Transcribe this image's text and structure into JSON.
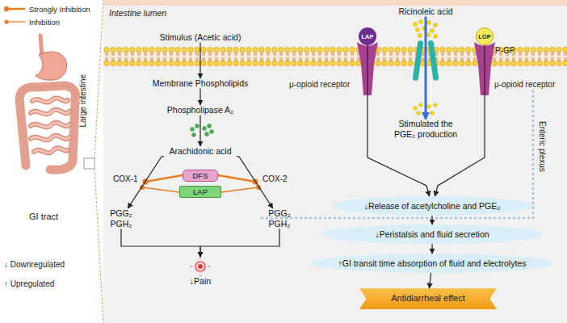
{
  "diagram": {
    "nodes": [
      {
        "text": [
          "Intestine lumen"
        ]
      },
      {
        "text": [
          "Stimulus (Acetic acid)"
        ],
        "in": 0
      },
      {
        "text": [
          "Membrane Phospholipids"
        ],
        "in": 0
      },
      {
        "text": [
          "Phospholipase A₂"
        ],
        "in": 0
      },
      {
        "text": [
          "Arachidonic acid"
        ],
        "in": 0
      },
      {
        "text": [
          "DFS"
        ],
        "in": 0
      },
      {
        "text": [
          "LAP"
        ],
        "in": 0
      },
      {
        "text": [
          "PGG₂ PGH₂"
        ],
        "in": 0
      },
      {
        "text": [
          "PGG₂ PGH₂"
        ],
        "in": 0
      },
      {
        "text": [
          "↓Pain"
        ],
        "in": 0
      },
      {
        "text": [
          "LAP"
        ],
        "in": 0
      },
      {
        "text": [
          "Ricinoleic acid"
        ],
        "in": 0
      },
      {
        "text": [
          "LOP"
        ],
        "in": 0
      },
      {
        "text": [
          "Stimulated the PGE₂ production"
        ],
        "in": 0
      },
      {
        "text": [
          "↓Release of acetylcholine and PGE₂"
        ],
        "in": 0
      },
      {
        "text": [
          "↓Peristalsis and fluid secretion"
        ],
        "in": 0
      },
      {
        "text": [
          "↑GI transit time absorption of fluid and electrolytes"
        ],
        "in": 0
      },
      {
        "text": [
          "Antidiarrheal effect"
        ],
        "in": 0
      }
    ],
    "edges": [
      {
        "from": 1,
        "to": 2,
        "arrow": "to"
      },
      {
        "from": 2,
        "to": 3,
        "arrow": "to"
      },
      {
        "from": 3,
        "to": 4,
        "arrow": "to"
      },
      {
        "from": 4,
        "to": 7,
        "label": "COX-1",
        "arrow": "to"
      },
      {
        "from": 4,
        "to": 8,
        "label": "COX-2",
        "arrow": "to"
      },
      {
        "from": 7,
        "to": 9,
        "arrow": "to"
      },
      {
        "from": 8,
        "to": 9,
        "arrow": "to"
      },
      {
        "from": 11,
        "to": 13,
        "arrow": "to"
      },
      {
        "from": 10,
        "to": 14,
        "arrow": "to"
      },
      {
        "from": 12,
        "to": 14,
        "arrow": "to"
      },
      {
        "from": 14,
        "to": 15,
        "arrow": "to"
      },
      {
        "from": 15,
        "to": 16,
        "arrow": "to"
      },
      {
        "from": 16,
        "to": 17,
        "arrow": "to"
      }
    ],
    "labels": [
      "Large intestine",
      "GI tract",
      "↓ Downregulated",
      "↑ Upregulated",
      "μ-opioid receptor",
      "P-GP",
      "μ-opioid receptor",
      "Enteric plexus"
    ],
    "legend": [
      {
        "text": "Strongly Inhibition"
      },
      {
        "text": "Inhibition"
      }
    ]
  }
}
